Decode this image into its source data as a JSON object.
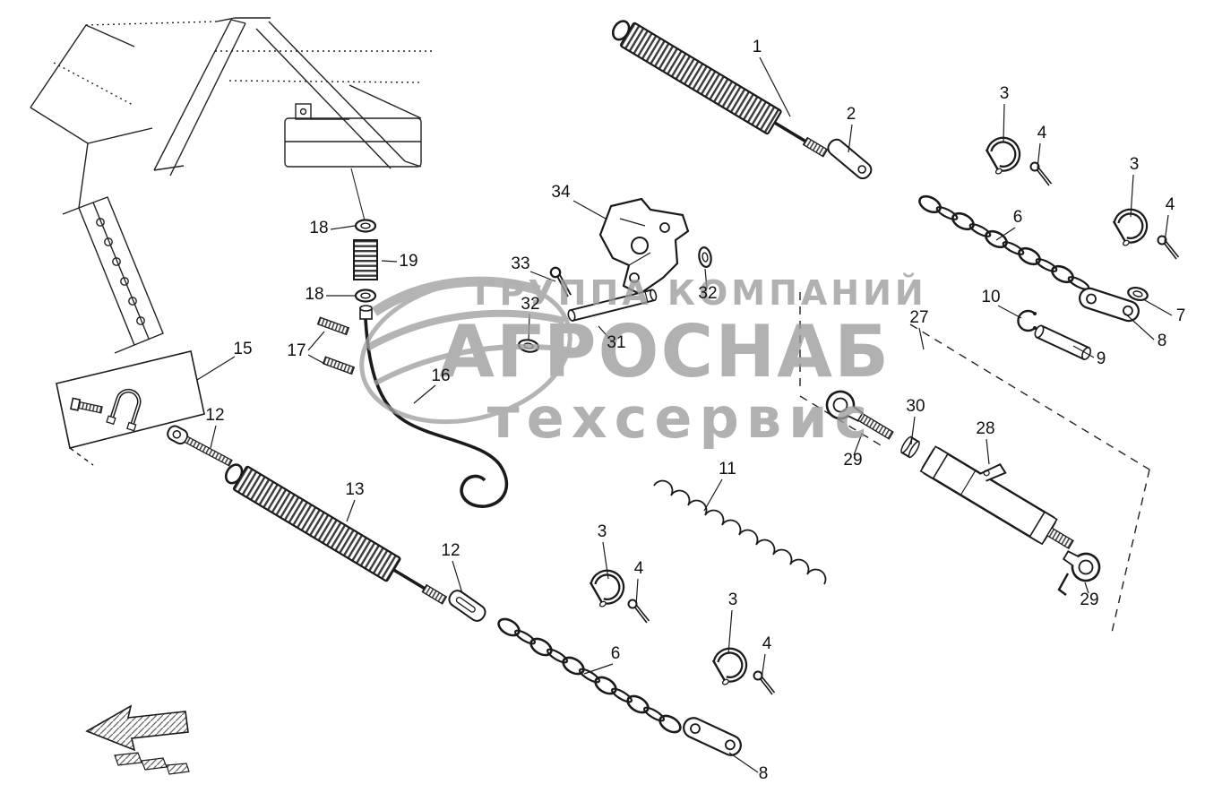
{
  "diagram": {
    "title_hidden": "",
    "colors": {
      "line": "#1a1a1a",
      "watermark": "#9c9c9c",
      "background": "#ffffff"
    },
    "watermark": {
      "line1": "ГРУППА КОМПАНИЙ",
      "line2": "АГРОСНАБ",
      "line3": "техсервис"
    },
    "icons": {
      "nav_arrow": "hatched-back-arrow"
    },
    "callouts": [
      {
        "part": "tension-spring-long",
        "label": "1"
      },
      {
        "part": "connector-plate",
        "label": "2"
      },
      {
        "part": "clevis-shackle",
        "label": "3"
      },
      {
        "part": "cotter-pin",
        "label": "4"
      },
      {
        "part": "chain",
        "label": "6"
      },
      {
        "part": "clevis-shackle",
        "label": "3"
      },
      {
        "part": "cotter-pin",
        "label": "4"
      },
      {
        "part": "spring-clip",
        "label": "10"
      },
      {
        "part": "washer",
        "label": "7"
      },
      {
        "part": "flat-bracket",
        "label": "8"
      },
      {
        "part": "pin",
        "label": "9"
      },
      {
        "part": "assembly-group",
        "label": "27"
      },
      {
        "part": "mounting-bracket",
        "label": "34"
      },
      {
        "part": "split-pin",
        "label": "33"
      },
      {
        "part": "ring",
        "label": "32"
      },
      {
        "part": "washer",
        "label": "32"
      },
      {
        "part": "clevis-pin",
        "label": "31"
      },
      {
        "part": "washer",
        "label": "18"
      },
      {
        "part": "compression-spring",
        "label": "19"
      },
      {
        "part": "washer",
        "label": "18"
      },
      {
        "part": "threaded-stud",
        "label": "17"
      },
      {
        "part": "mounting-kit",
        "label": "15"
      },
      {
        "part": "guide-rod",
        "label": "16"
      },
      {
        "part": "eye-bolt",
        "label": "12"
      },
      {
        "part": "tension-spring",
        "label": "13"
      },
      {
        "part": "link-plate",
        "label": "12"
      },
      {
        "part": "clevis-shackle",
        "label": "3"
      },
      {
        "part": "cotter-pin",
        "label": "4"
      },
      {
        "part": "chain",
        "label": "6"
      },
      {
        "part": "clevis-shackle",
        "label": "3"
      },
      {
        "part": "cotter-pin",
        "label": "4"
      },
      {
        "part": "flat-bracket",
        "label": "8"
      },
      {
        "part": "twisted-link",
        "label": "11"
      },
      {
        "part": "rod-end",
        "label": "29"
      },
      {
        "part": "jam-nut",
        "label": "30"
      },
      {
        "part": "turnbuckle-body",
        "label": "28"
      },
      {
        "part": "rod-end",
        "label": "29"
      }
    ]
  }
}
